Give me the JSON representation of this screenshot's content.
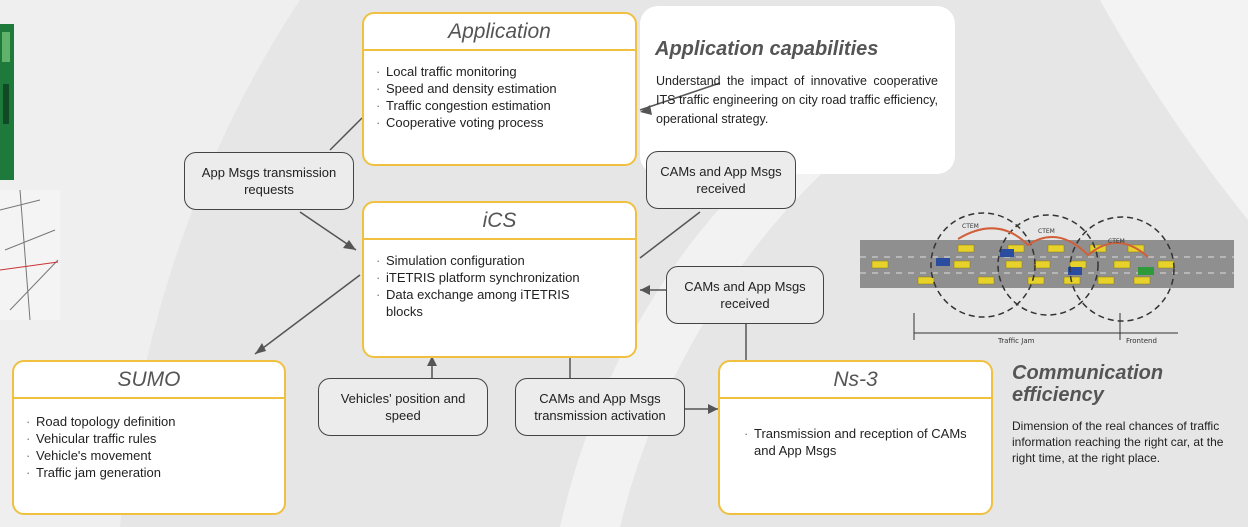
{
  "boxes": {
    "application": {
      "title": "Application",
      "items": [
        "Local traffic monitoring",
        "Speed and density estimation",
        "Traffic congestion estimation",
        "Cooperative voting process"
      ]
    },
    "ics": {
      "title": "iCS",
      "items": [
        "Simulation configuration",
        "iTETRIS platform synchronization",
        "Data exchange among iTETRIS blocks"
      ]
    },
    "sumo": {
      "title": "SUMO",
      "items": [
        "Road topology definition",
        "Vehicular traffic rules",
        "Vehicle's movement",
        "Traffic jam generation"
      ]
    },
    "ns3": {
      "title": "Ns-3",
      "items": [
        "Transmission and reception of CAMs and App Msgs"
      ]
    }
  },
  "messages": {
    "app_requests": "App Msgs transmission requests",
    "cams_received_top": "CAMs and App Msgs received",
    "cams_received_mid": "CAMs and App Msgs received",
    "vehicles_position": "Vehicles' position and speed",
    "cams_activation": "CAMs and App Msgs transmission activation"
  },
  "capabilities": {
    "heading": "Application capabilities",
    "text": "Understand the impact of innovative cooperative ITS traffic engineering on city road traffic efficiency, operational strategy."
  },
  "communication": {
    "heading": "Communication efficiency",
    "text": "Dimension of the real chances of traffic information reaching the right car, at the right time, at the right place."
  },
  "traffic_figure": {
    "labels": [
      "CTEM",
      "CTEM",
      "CTEM"
    ],
    "traffic_jam_label": "Traffic Jam",
    "front_label": "Frontend"
  },
  "colors": {
    "accent": "#f0c040",
    "vehicle": "#e6d22a",
    "road": "#8a8a8a"
  }
}
